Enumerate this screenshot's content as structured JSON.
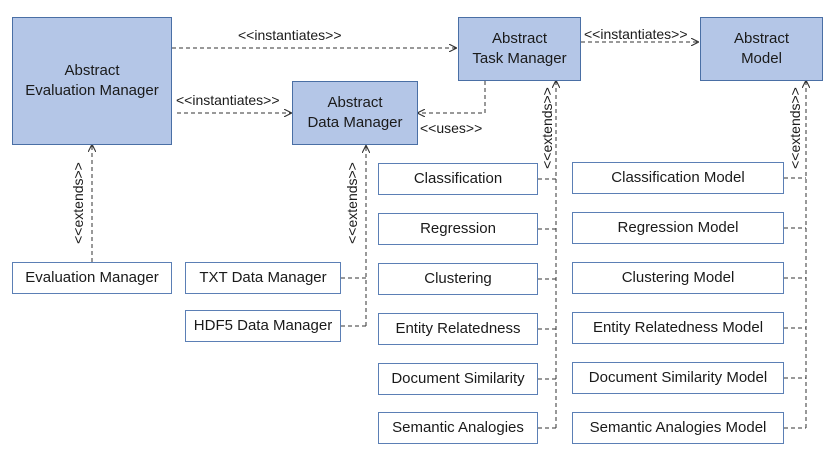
{
  "abstract": {
    "eval_line1": "Abstract",
    "eval_line2": "Evaluation Manager",
    "data_line1": "Abstract",
    "data_line2": "Data Manager",
    "task_line1": "Abstract",
    "task_line2": "Task Manager",
    "model_line1": "Abstract",
    "model_line2": "Model"
  },
  "concrete": {
    "evaluation_manager": "Evaluation Manager",
    "txt_data_manager": "TXT Data Manager",
    "hdf5_data_manager": "HDF5 Data Manager",
    "tasks": [
      "Classification",
      "Regression",
      "Clustering",
      "Entity Relatedness",
      "Document Similarity",
      "Semantic Analogies"
    ],
    "models": [
      "Classification Model",
      "Regression Model",
      "Clustering Model",
      "Entity Relatedness Model",
      "Document Similarity Model",
      "Semantic Analogies Model"
    ]
  },
  "relations": {
    "instantiates": "<<instantiates>>",
    "uses": "<<uses>>",
    "extends": "<<extends>>"
  },
  "colors": {
    "abstract_fill": "#b4c6e7",
    "abstract_border": "#4a6fa5",
    "concrete_border": "#5b7fb5",
    "line": "#333333"
  }
}
